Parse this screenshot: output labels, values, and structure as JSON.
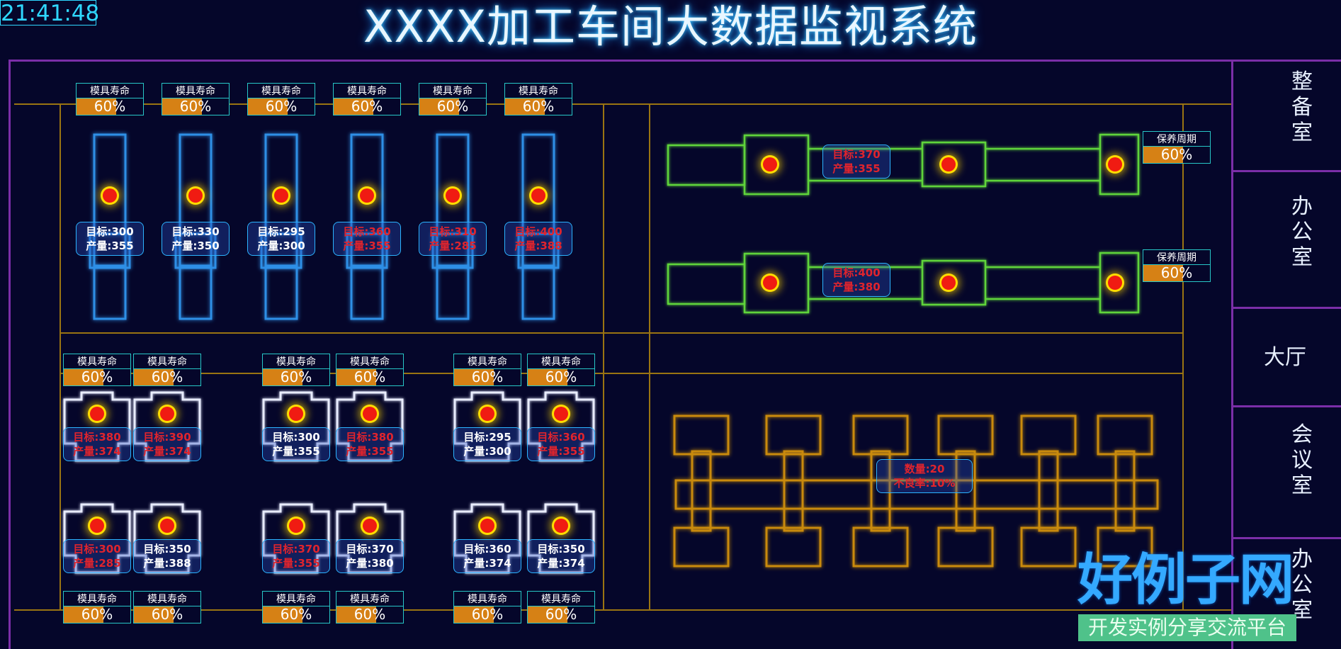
{
  "clock": "21:41:48",
  "title": "XXXX加工车间大数据监视系统",
  "colors": {
    "background": "#05062a",
    "mold_glow": "#2f8fe6",
    "press_glow": "#ffffff",
    "line_green": "#5fd43a",
    "yellow_machine": "#c98a0c",
    "fill": "#d68115"
  },
  "rooms": [
    {
      "label": "整\n备\n室"
    },
    {
      "label": "办\n公\n室"
    },
    {
      "label": "大厅"
    },
    {
      "label": "会\n议\n室"
    },
    {
      "label": "办\n公\n室"
    }
  ],
  "top_molds": [
    {
      "life_label": "模具寿命",
      "life": "60%",
      "life_value": 0.6,
      "target": "目标:300",
      "output": "产量:355",
      "status": "normal"
    },
    {
      "life_label": "模具寿命",
      "life": "60%",
      "life_value": 0.6,
      "target": "目标:330",
      "output": "产量:350",
      "status": "normal"
    },
    {
      "life_label": "模具寿命",
      "life": "60%",
      "life_value": 0.6,
      "target": "目标:295",
      "output": "产量:300",
      "status": "normal"
    },
    {
      "life_label": "模具寿命",
      "life": "60%",
      "life_value": 0.6,
      "target": "目标:360",
      "output": "产量:355",
      "status": "alert"
    },
    {
      "life_label": "模具寿命",
      "life": "60%",
      "life_value": 0.6,
      "target": "目标:310",
      "output": "产量:285",
      "status": "alert"
    },
    {
      "life_label": "模具寿命",
      "life": "60%",
      "life_value": 0.6,
      "target": "目标:400",
      "output": "产量:388",
      "status": "alert"
    }
  ],
  "presses": [
    {
      "top_life_label": "模具寿命",
      "top_life": "60%",
      "life_value": 0.6,
      "row1": {
        "target": "目标:380",
        "output": "产量:374",
        "status": "alert"
      },
      "row2": {
        "target": "目标:300",
        "output": "产量:285",
        "status": "alert"
      },
      "bottom_life_label": "模具寿命",
      "bottom_life": "60%"
    },
    {
      "top_life_label": "模具寿命",
      "top_life": "60%",
      "life_value": 0.6,
      "row1": {
        "target": "目标:390",
        "output": "产量:374",
        "status": "alert"
      },
      "row2": {
        "target": "目标:350",
        "output": "产量:388",
        "status": "normal"
      },
      "bottom_life_label": "模具寿命",
      "bottom_life": "60%"
    },
    {
      "top_life_label": "模具寿命",
      "top_life": "60%",
      "life_value": 0.6,
      "row1": {
        "target": "目标:300",
        "output": "产量:355",
        "status": "normal"
      },
      "row2": {
        "target": "目标:370",
        "output": "产量:355",
        "status": "alert"
      },
      "bottom_life_label": "模具寿命",
      "bottom_life": "60%"
    },
    {
      "top_life_label": "模具寿命",
      "top_life": "60%",
      "life_value": 0.6,
      "row1": {
        "target": "目标:380",
        "output": "产量:355",
        "status": "alert"
      },
      "row2": {
        "target": "目标:370",
        "output": "产量:380",
        "status": "normal"
      },
      "bottom_life_label": "模具寿命",
      "bottom_life": "60%"
    },
    {
      "top_life_label": "模具寿命",
      "top_life": "60%",
      "life_value": 0.6,
      "row1": {
        "target": "目标:295",
        "output": "产量:300",
        "status": "normal"
      },
      "row2": {
        "target": "目标:360",
        "output": "产量:374",
        "status": "normal"
      },
      "bottom_life_label": "模具寿命",
      "bottom_life": "60%"
    },
    {
      "top_life_label": "模具寿命",
      "top_life": "60%",
      "life_value": 0.6,
      "row1": {
        "target": "目标:360",
        "output": "产量:355",
        "status": "alert"
      },
      "row2": {
        "target": "目标:350",
        "output": "产量:374",
        "status": "normal"
      },
      "bottom_life_label": "模具寿命",
      "bottom_life": "60%"
    }
  ],
  "lines": [
    {
      "maint_label": "保养周期",
      "maint": "60%",
      "life_value": 0.6,
      "target": "目标:370",
      "output": "产量:355",
      "status": "alert"
    },
    {
      "maint_label": "保养周期",
      "maint": "60%",
      "life_value": 0.6,
      "target": "目标:400",
      "output": "产量:380",
      "status": "alert"
    }
  ],
  "assembly": {
    "count": "数量:20",
    "defect": "不良率:10%"
  },
  "watermark": {
    "logo": "好例子网",
    "slogan": "开发实例分享交流平台"
  }
}
